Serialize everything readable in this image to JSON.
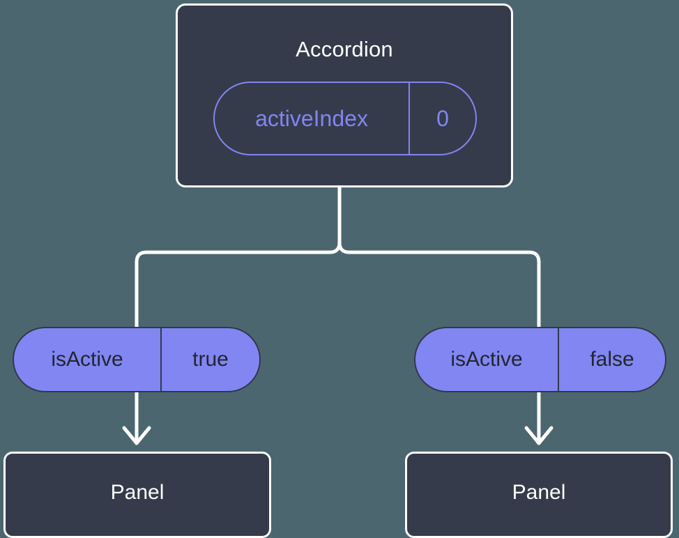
{
  "diagram": {
    "background_color": "#4c6670",
    "node_fill": "#353b4b",
    "node_border": "#ffffff",
    "accent_purple": "#8186f2",
    "connector_color": "#ffffff",
    "root": {
      "title": "Accordion",
      "state_pill": {
        "key": "activeIndex",
        "value": "0"
      }
    },
    "branches": [
      {
        "prop_pill": {
          "key": "isActive",
          "value": "true"
        },
        "child": {
          "title": "Panel"
        }
      },
      {
        "prop_pill": {
          "key": "isActive",
          "value": "false"
        },
        "child": {
          "title": "Panel"
        }
      }
    ]
  }
}
